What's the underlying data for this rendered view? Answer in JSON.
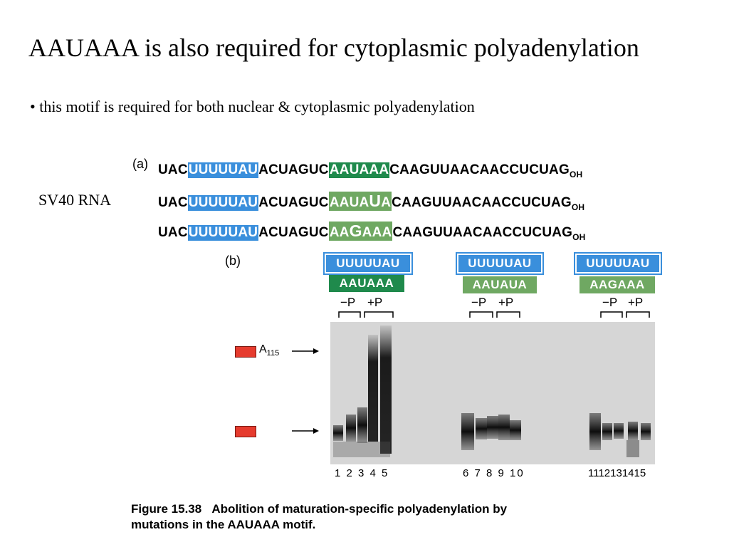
{
  "slide": {
    "title": "AAUAAA is also required for cytoplasmic polyadenylation",
    "bullet": "• this motif is required for both nuclear & cytoplasmic polyadenylation",
    "side_label": "SV40 RNA"
  },
  "figure": {
    "panel_a_label": "(a)",
    "panel_b_label": "(b)",
    "sequences": [
      {
        "pre": "UAC",
        "motif1": "UUUUUAU",
        "mid": "ACUAGUC",
        "motif2_a": "AAUAAA",
        "motif2_b": "",
        "motif2_c": "",
        "post": "CAAGUUAACAACCUCUAG",
        "end": "OH"
      },
      {
        "pre": "UAC",
        "motif1": "UUUUUAU",
        "mid": "ACUAGUC",
        "motif2_a": "AAUA",
        "motif2_b": "U",
        "motif2_c": "A",
        "post": "CAAGUUAACAACCUCUAG",
        "end": "OH"
      },
      {
        "pre": "UAC",
        "motif1": "UUUUUAU",
        "mid": "ACUAGUC",
        "motif2_a": "AA",
        "motif2_b": "G",
        "motif2_c": "AAA",
        "post": "CAAGUUAACAACCUCUAG",
        "end": "OH"
      }
    ],
    "groups": [
      {
        "top": "UUUUUAU",
        "bottom": "AAUAAA",
        "minus": "−P",
        "plus": "+P",
        "lanes": "1 2 3 4 5"
      },
      {
        "top": "UUUUUAU",
        "bottom": "AAUAUA",
        "minus": "−P",
        "plus": "+P",
        "lanes": "6 7 8 9 10"
      },
      {
        "top": "UUUUUAU",
        "bottom": "AAGAAA",
        "minus": "−P",
        "plus": "+P",
        "lanes": "1112131415"
      }
    ],
    "marker_top_label": "A",
    "marker_top_sub": "115",
    "caption_number": "Figure 15.38",
    "caption_text_1": "Abolition of maturation-specific polyadenylation by",
    "caption_text_2": "mutations in the AAUAAA motif.",
    "colors": {
      "blue": "#3a8fdc",
      "dark_green": "#1f8a4c",
      "light_green": "#6fa862",
      "marker_red": "#e63b2e"
    }
  }
}
